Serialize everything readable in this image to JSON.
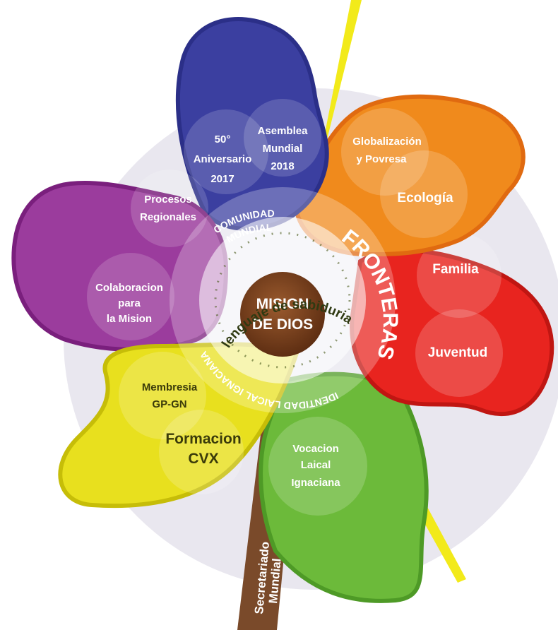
{
  "center": {
    "line1": "MISION",
    "line2": "DE DIOS"
  },
  "ring": {
    "comunidad_line1": "COMUNIDAD",
    "comunidad_line2": "MUNDIAL",
    "fronteras": "FRONTERAS",
    "identidad": "IDENTIDAD LAICAL IGNACIANA",
    "lenguaje": "lenguaje de sabiduria"
  },
  "petals": {
    "blue": {
      "color": "#3b3fa0",
      "label_a": [
        "50°",
        "Aniversario",
        "2017"
      ],
      "label_b": [
        "Asemblea",
        "Mundial",
        "2018"
      ]
    },
    "orange": {
      "color": "#f08a1c",
      "label_a": [
        "Globalización",
        "y Povresa"
      ],
      "label_b": [
        "Ecología"
      ]
    },
    "red": {
      "color": "#e8241f",
      "label_a": [
        "Familia"
      ],
      "label_b": [
        "Juventud"
      ]
    },
    "green": {
      "color": "#6cba3a",
      "label_a": [
        "Vocacion",
        "Laical",
        "Ignaciana"
      ]
    },
    "yellow": {
      "color": "#e8e01e",
      "label_a": [
        "Membresia",
        "GP-GN"
      ],
      "label_b": [
        "Formacion",
        "CVX"
      ]
    },
    "purple": {
      "color": "#9b3c9d",
      "label_a": [
        "Procesos",
        "Regionales"
      ],
      "label_b": [
        "Colaboracion",
        "para",
        "la Mision"
      ]
    }
  },
  "stem": {
    "color": "#7a4a2a",
    "line1": "Secretariado",
    "line2": "Mundial"
  },
  "colors": {
    "background_disc": "#e6e4ec",
    "center": "#7a3f1e",
    "rays": "#f2ea1a"
  }
}
